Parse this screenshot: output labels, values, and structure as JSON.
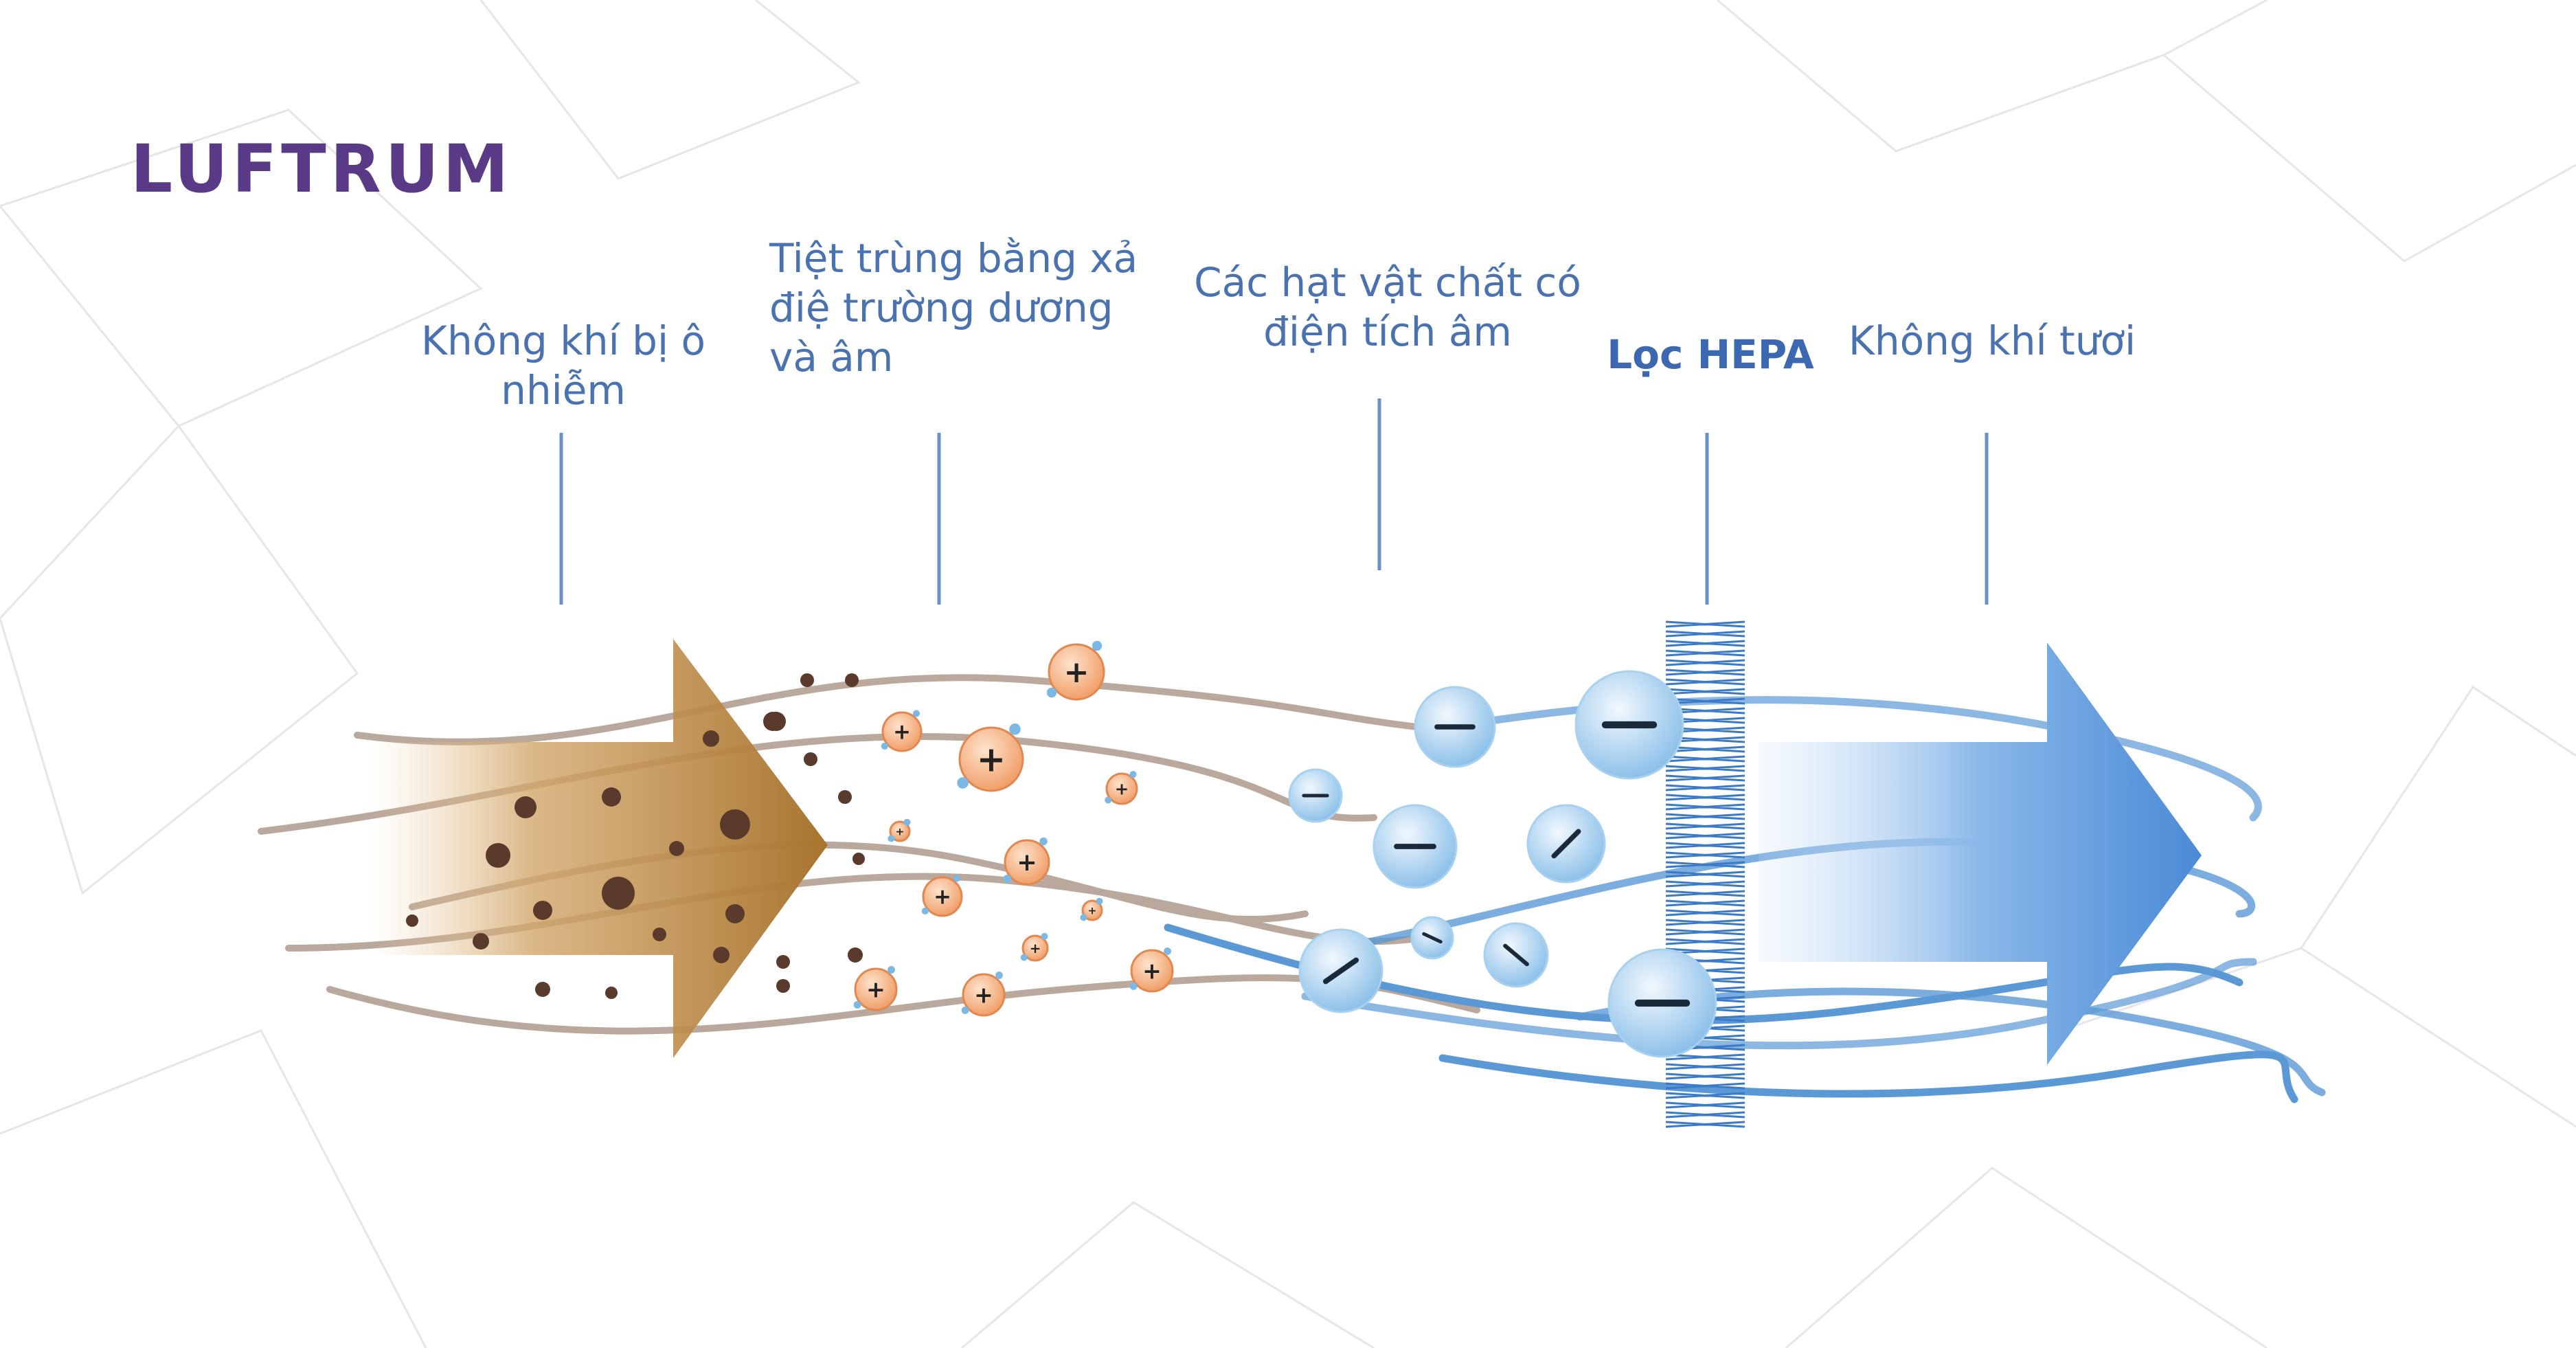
{
  "brand": {
    "name": "LUFTRUM",
    "color": "#5a3a86"
  },
  "stages": [
    {
      "label": "Không khí bị ô nhiễm"
    },
    {
      "label": "Tiệt trùng bằng xả điệ trường dương và âm"
    },
    {
      "label": "Các hạt vật chất có điện tích âm"
    },
    {
      "label": "Lọc HEPA"
    },
    {
      "label": "Không khí tươi"
    }
  ],
  "colors": {
    "label_text": "#4a72b0",
    "polluted_arrow": "#b08040",
    "fresh_arrow": "#4a8ad6",
    "dust": "#5a3a2a",
    "positive_particle": "#f4a070",
    "negative_particle": "#7ab8e6",
    "hepa_filter": "#3a7ac8"
  },
  "particle_signs": {
    "positive": "+",
    "negative": "−"
  }
}
